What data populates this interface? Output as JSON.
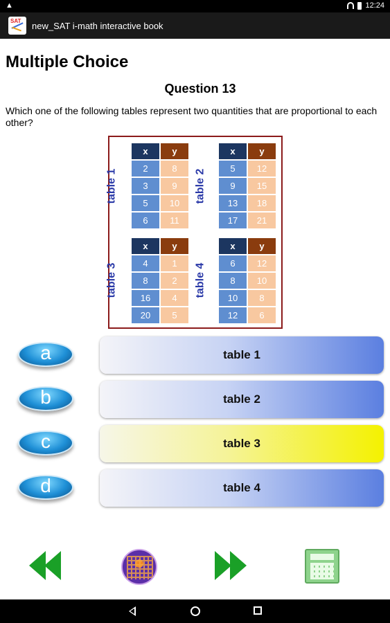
{
  "status_bar": {
    "warning_glyph": "▲",
    "time": "12:24"
  },
  "app": {
    "title": "new_SAT i-math interactive book",
    "icon_text": "SAT"
  },
  "page": {
    "heading": "Multiple Choice"
  },
  "question": {
    "number_label": "Question  13",
    "text": "Which one of the following tables represent two quantities that are proportional to each other?"
  },
  "tables": [
    {
      "label": "table 1",
      "header": [
        "x",
        "y"
      ],
      "rows": [
        [
          "2",
          "8"
        ],
        [
          "3",
          "9"
        ],
        [
          "5",
          "10"
        ],
        [
          "6",
          "11"
        ]
      ]
    },
    {
      "label": "table 2",
      "header": [
        "x",
        "y"
      ],
      "rows": [
        [
          "5",
          "12"
        ],
        [
          "9",
          "15"
        ],
        [
          "13",
          "18"
        ],
        [
          "17",
          "21"
        ]
      ]
    },
    {
      "label": "table 3",
      "header": [
        "x",
        "y"
      ],
      "rows": [
        [
          "4",
          "1"
        ],
        [
          "8",
          "2"
        ],
        [
          "16",
          "4"
        ],
        [
          "20",
          "5"
        ]
      ]
    },
    {
      "label": "table 4",
      "header": [
        "x",
        "y"
      ],
      "rows": [
        [
          "6",
          "12"
        ],
        [
          "8",
          "10"
        ],
        [
          "10",
          "8"
        ],
        [
          "12",
          "6"
        ]
      ]
    }
  ],
  "choices": [
    {
      "letter": "a",
      "text": "table 1",
      "highlighted": false
    },
    {
      "letter": "b",
      "text": "table 2",
      "highlighted": false
    },
    {
      "letter": "c",
      "text": "table 3",
      "highlighted": true
    },
    {
      "letter": "d",
      "text": "table 4",
      "highlighted": false
    }
  ],
  "colors": {
    "frame": "#8b1a1a",
    "label": "#2b3aa8",
    "x_header": "#1c3660",
    "y_header": "#8a3c0e",
    "x_cell": "#5f8ed0",
    "y_cell": "#f8c8a0",
    "nav_green": "#1aa027"
  },
  "icons": [
    "previous-icon",
    "menu-grid-icon",
    "next-icon",
    "calculator-icon"
  ]
}
